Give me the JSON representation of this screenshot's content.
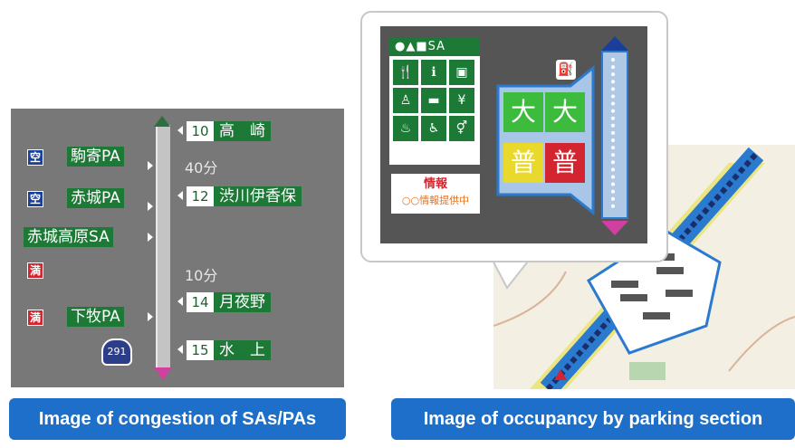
{
  "left_panel": {
    "caption": "Image of congestion of SAs/PAs",
    "areas": [
      {
        "status": "空",
        "status_type": "empty",
        "name": "駒寄PA"
      },
      {
        "status": "空",
        "status_type": "empty",
        "name": "赤城PA"
      },
      {
        "status": "",
        "status_type": "",
        "name": "赤城高原SA"
      },
      {
        "status": "満",
        "status_type": "full",
        "name": ""
      },
      {
        "status": "満",
        "status_type": "full",
        "name": "下牧PA"
      }
    ],
    "interchanges": [
      {
        "number": "10",
        "name": "高　崎"
      },
      {
        "number": "12",
        "name": "渋川伊香保"
      },
      {
        "number": "14",
        "name": "月夜野"
      },
      {
        "number": "15",
        "name": "水　上"
      }
    ],
    "times": [
      "40分",
      "10分"
    ],
    "route_number": "291"
  },
  "right_panel": {
    "caption": "Image of occupancy by parking section",
    "services_header": "●▲■SA",
    "service_icons": [
      "restaurant-icon",
      "info-icon",
      "shop-icon",
      "nursing-room-icon",
      "rest-bed-icon",
      "atm-icon",
      "hot-spring-icon",
      "accessible-toilet-icon",
      "restroom-icon"
    ],
    "info_title": "情報",
    "info_text": "○○情報提供中",
    "parking_sections": [
      {
        "label": "大",
        "color": "#3dbb3d"
      },
      {
        "label": "大",
        "color": "#3dbb3d"
      },
      {
        "label": "普",
        "color": "#e9d92c"
      },
      {
        "label": "普",
        "color": "#d3252f"
      }
    ],
    "fuel_icon": "fuel-pump-icon"
  }
}
